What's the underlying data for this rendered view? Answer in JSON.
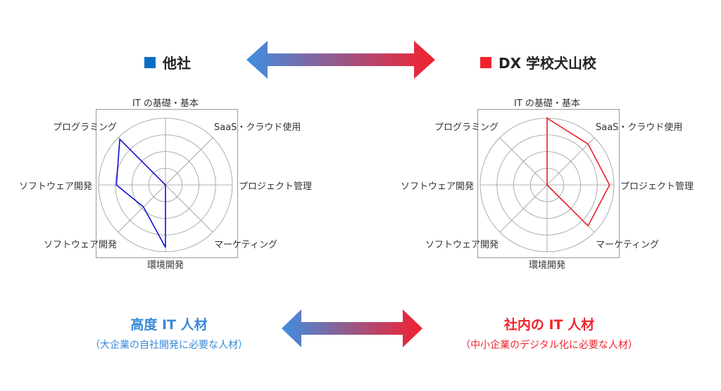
{
  "legend": {
    "left": {
      "label": "他社",
      "color": "#0a6fc2"
    },
    "right": {
      "label": "DX 学校犬山校",
      "color": "#f0232d"
    }
  },
  "arrow_colors": {
    "start": "#3f8ee0",
    "end": "#f5202d"
  },
  "captions": {
    "left": {
      "title": "高度 IT 人材",
      "subtitle": "（大企業の自社開発に必要な人材）",
      "color": "#3a88d8"
    },
    "right": {
      "title": "社内の IT 人材",
      "subtitle": "（中小企業のデジタル化に必要な人材）",
      "color": "#f0232d"
    }
  },
  "chart_data": [
    {
      "type": "radar",
      "axes": [
        "IT の基礎・基本",
        "SaaS・クラウド使用",
        "プロジェクト管理",
        "マーケティング",
        "環境開発",
        "ソフトウェア開発",
        "ソフトウェア開発",
        "プログラミング"
      ],
      "rlim": [
        0,
        3
      ],
      "grid": true,
      "series": [
        {
          "values": [
            0,
            0,
            0,
            0,
            2.8,
            1.4,
            2.2,
            2.9
          ],
          "color": "#1010d0"
        }
      ]
    },
    {
      "type": "radar",
      "axes": [
        "IT の基礎・基本",
        "SaaS・クラウド使用",
        "プロジェクト管理",
        "マーケティング",
        "環境開発",
        "ソフトウェア開発",
        "ソフトウェア開発",
        "プログラミング"
      ],
      "rlim": [
        0,
        3
      ],
      "grid": true,
      "series": [
        {
          "values": [
            3.0,
            2.6,
            2.8,
            2.6,
            0,
            0,
            0,
            0
          ],
          "color": "#e8202a"
        }
      ]
    }
  ]
}
